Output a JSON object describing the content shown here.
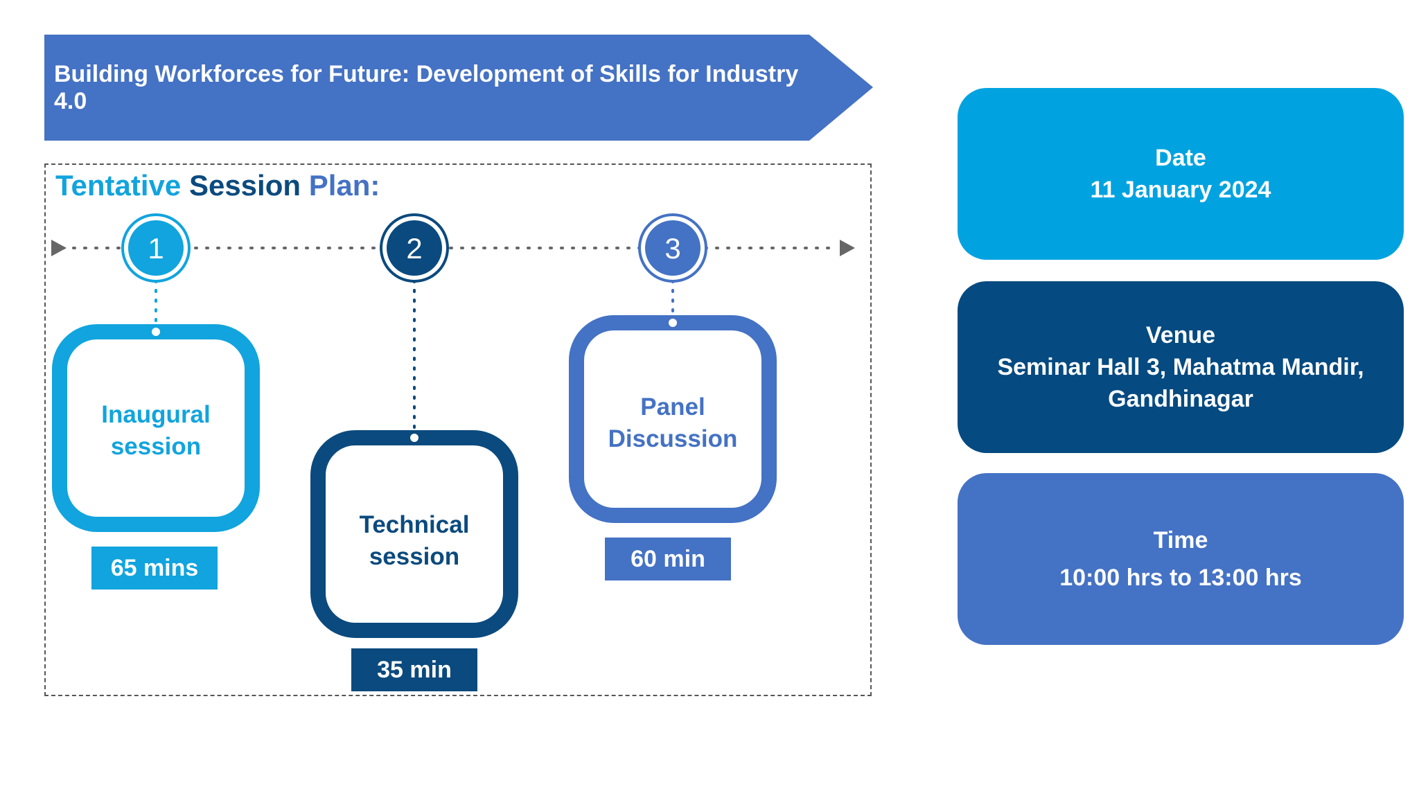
{
  "banner": {
    "title": "Building Workforces for Future: Development of Skills for Industry 4.0"
  },
  "plan": {
    "title_words": [
      "Tentative",
      "Session",
      "Plan:"
    ],
    "steps": [
      {
        "number": "1",
        "label_line1": "Inaugural",
        "label_line2": "session",
        "duration": "65 mins",
        "color": "#11A4DE"
      },
      {
        "number": "2",
        "label_line1": "Technical",
        "label_line2": "session",
        "duration": "35 min",
        "color": "#0B4A7E"
      },
      {
        "number": "3",
        "label_line1": "Panel",
        "label_line2": "Discussion",
        "duration": "60 min",
        "color": "#4472C4"
      }
    ]
  },
  "info": {
    "date": {
      "title": "Date",
      "value": "11 January 2024",
      "color": "#00A3E0"
    },
    "venue": {
      "title": "Venue",
      "value_line1": "Seminar Hall 3, Mahatma Mandir,",
      "value_line2": "Gandhinagar",
      "color": "#054A80"
    },
    "time": {
      "title": "Time",
      "value": "10:00 hrs to 13:00 hrs",
      "color": "#4472C4"
    }
  }
}
